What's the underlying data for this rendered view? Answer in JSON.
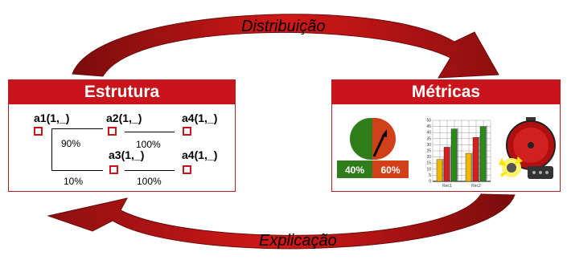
{
  "arrows": {
    "top_label": "Distribuição",
    "bottom_label": "Explicação"
  },
  "estrutura": {
    "title": "Estrutura",
    "nodes": {
      "a1": "a1(1,_)",
      "a2": "a2(1,_)",
      "a3": "a3(1,_)",
      "a4_top": "a4(1,_)",
      "a4_bottom": "a4(1,_)"
    },
    "edges": {
      "a1_a2": "90%",
      "a2_a4": "100%",
      "a1_a3": "10%",
      "a3_a4": "100%"
    }
  },
  "metricas": {
    "title": "Métricas",
    "gauge": {
      "left_label": "40%",
      "right_label": "60%",
      "colors": {
        "left": "#2e7d1a",
        "right": "#d2401a"
      }
    },
    "icons": [
      "pie-gauge-icon",
      "bar-chart-icon",
      "alarm-bell-icon"
    ]
  },
  "chart_data": {
    "type": "bar",
    "categories": [
      "Rec1",
      "Rec2"
    ],
    "series": [
      {
        "values": [
          18,
          23
        ],
        "color": "#f0b800"
      },
      {
        "values": [
          28,
          36
        ],
        "color": "#d42020"
      },
      {
        "values": [
          43,
          45
        ],
        "color": "#2a8a1a"
      }
    ],
    "ylim": [
      0,
      50
    ],
    "yticks": [
      0,
      5,
      10,
      15,
      20,
      25,
      30,
      35,
      40,
      45,
      50
    ],
    "grid": true
  }
}
